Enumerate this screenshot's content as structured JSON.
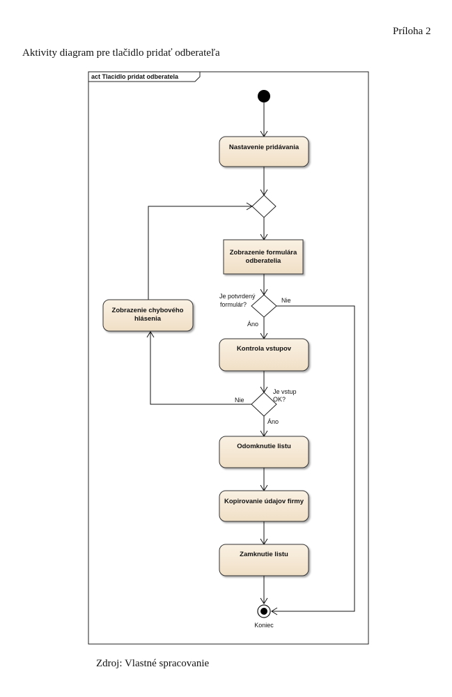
{
  "header": {
    "page_label": "Príloha 2",
    "heading": "Aktivity diagram pre tlačidlo pridať odberateľa"
  },
  "footer": {
    "source": "Zdroj: Vlastné spracovanie"
  },
  "diagram": {
    "frame_title": "act Tlacidlo pridat odberatela",
    "nodes": {
      "setup": "Nastavenie pridávania",
      "show_form_1": "Zobrazenie formulára",
      "show_form_2": "odberatelia",
      "error_1": "Zobrazenie chybového",
      "error_2": "hlásenia",
      "check_input": "Kontrola vstupov",
      "unlock_sheet": "Odomknutie listu",
      "copy_data": "Kopirovanie údajov firmy",
      "lock_sheet": "Zamknutie listu",
      "end_label": "Koniec"
    },
    "decisions": {
      "confirmed_1": "Je potvrdený",
      "confirmed_2": "formulár?",
      "input_ok_1": "Je vstup",
      "input_ok_2": "OK?"
    },
    "guards": {
      "no_1": "Nie",
      "yes_1": "Áno",
      "no_2": "Nie",
      "yes_2": "Áno"
    },
    "colors": {
      "action_fill": "#f6ead8",
      "line": "#111111"
    }
  }
}
